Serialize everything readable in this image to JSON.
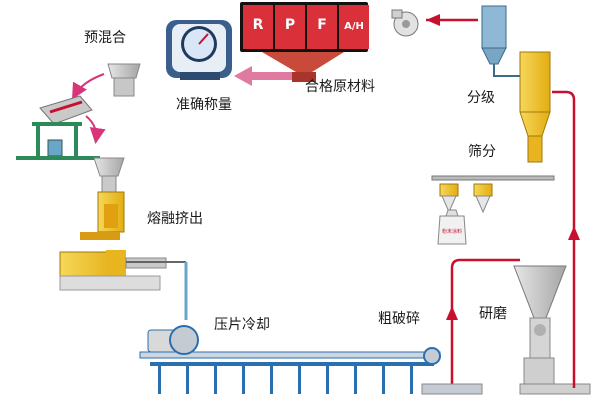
{
  "labels": {
    "premix": "预混合",
    "weigh": "准确称量",
    "raw": "合格原材料",
    "classify": "分级",
    "sieve": "筛分",
    "melt": "熔融挤出",
    "press": "压片冷却",
    "crush": "粗破碎",
    "grind": "研磨"
  },
  "hopper_letters": [
    "R",
    "P",
    "F",
    "A/H"
  ],
  "bag_text": "粉末涂料",
  "colors": {
    "flow_red": "#c8102e",
    "flow_blue": "#3a8fc8",
    "machine_yellow": "#f2c230",
    "machine_gray": "#bcbcbc",
    "cooler_blue": "#2a6fb0"
  }
}
